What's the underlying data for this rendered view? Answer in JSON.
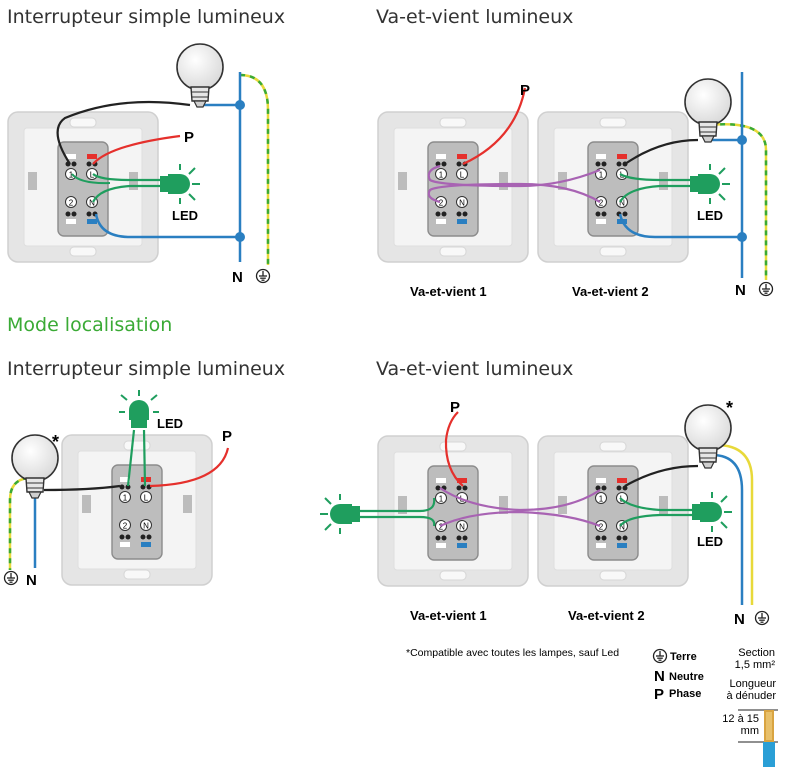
{
  "sections": {
    "t1": "Interrupteur simple lumineux",
    "t2": "Va-et-vient lumineux",
    "mode": "Mode localisation",
    "t3": "Interrupteur simple lumineux",
    "t4": "Va-et-vient lumineux"
  },
  "labels": {
    "p": "P",
    "n": "N",
    "led": "LED",
    "vv1": "Va-et-vient 1",
    "vv2": "Va-et-vient 2",
    "star": "*",
    "t1": "1",
    "t2": "2",
    "tL": "L",
    "tN": "N"
  },
  "legend": {
    "note": "*Compatible avec toutes les lampes, sauf Led",
    "terre_label": "Terre",
    "neutre_symbol": "N",
    "neutre_label": "Neutre",
    "phase_symbol": "P",
    "phase_label": "Phase",
    "section_title": "Section",
    "section_value": "1,5 mm²",
    "length_title_1": "Longueur",
    "length_title_2": "à dénuder",
    "length_value_1": "12 à 15",
    "length_value_2": "mm"
  },
  "colors": {
    "phase": "#e5302c",
    "neutral": "#2a7fc1",
    "earth": "#e8d93a",
    "led": "#1f9e5e",
    "traveller": "#a863b3",
    "lamp_wire": "#222222",
    "title_green": "#3aaa35"
  }
}
